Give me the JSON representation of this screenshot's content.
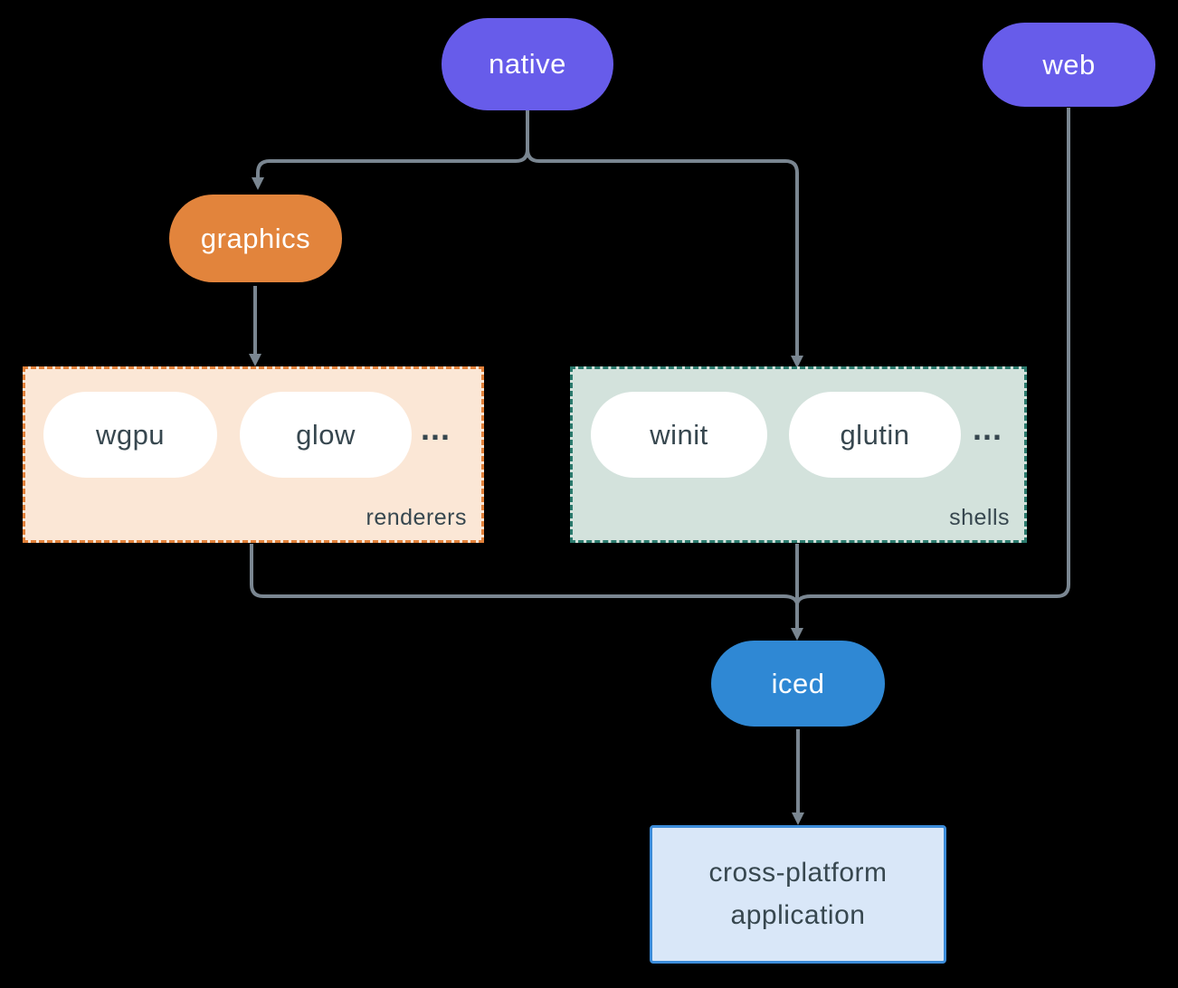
{
  "diagram": {
    "background_color": "#000000",
    "connector_color": "#7A8691",
    "nodes": {
      "native": {
        "label": "native",
        "fill": "#675CEA",
        "text_color": "#FFFFFF"
      },
      "web": {
        "label": "web",
        "fill": "#675CEA",
        "text_color": "#FFFFFF"
      },
      "graphics": {
        "label": "graphics",
        "fill": "#E2843C",
        "text_color": "#FFFFFF"
      },
      "iced": {
        "label": "iced",
        "fill": "#2F88D4",
        "text_color": "#FFFFFF"
      },
      "application": {
        "label_lines": [
          "cross-platform",
          "application"
        ],
        "fill": "#D9E7F8",
        "border_color": "#3C8CD9",
        "text_color": "#37474F"
      }
    },
    "groups": {
      "renderers": {
        "label": "renderers",
        "fill": "#FBE7D6",
        "border_color": "#E2813A",
        "items": [
          "wgpu",
          "glow"
        ],
        "ellipsis": "...",
        "item_fill": "#FFFFFF",
        "item_text_color": "#37474F"
      },
      "shells": {
        "label": "shells",
        "fill": "#D3E2DC",
        "border_color": "#2B7A6D",
        "items": [
          "winit",
          "glutin"
        ],
        "ellipsis": "...",
        "item_fill": "#FFFFFF",
        "item_text_color": "#37474F"
      }
    },
    "edges": [
      "native->graphics",
      "native->shells",
      "graphics->renderers",
      "renderers->iced",
      "shells->iced",
      "web->iced",
      "iced->application"
    ]
  }
}
